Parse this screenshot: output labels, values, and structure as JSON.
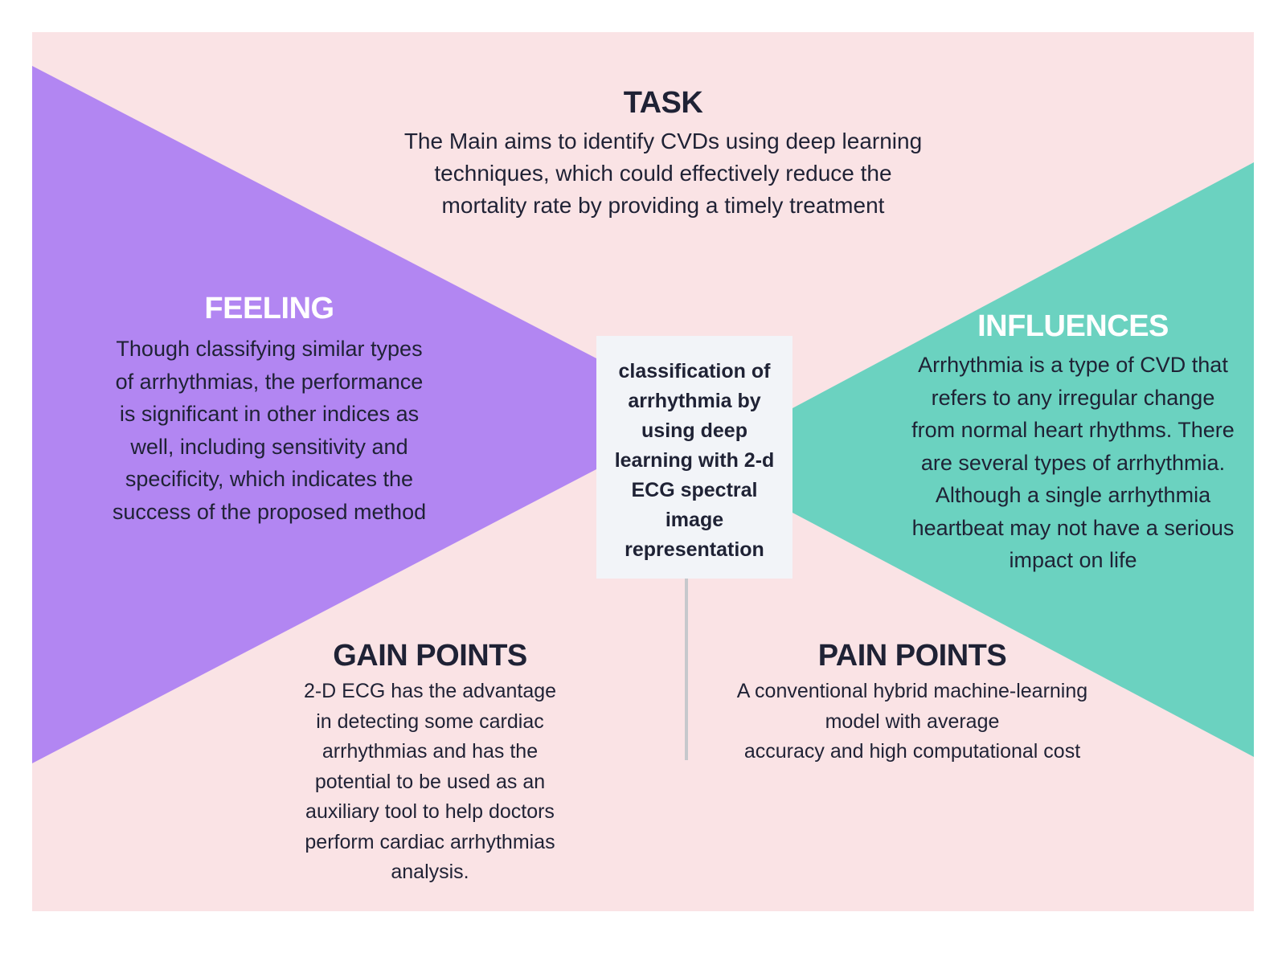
{
  "colors": {
    "background": "#fae3e5",
    "feeling_fill": "#b286f2",
    "influences_fill": "#6bd2c0",
    "text_dark": "#1f2235",
    "center_card": "#f2f4f8",
    "connector": "#c6c8cc"
  },
  "center": {
    "text": "classification of\narrhythmia by\nusing deep\nlearning with 2-d\nECG spectral\nimage\nrepresentation"
  },
  "task": {
    "title": "TASK",
    "text": "The Main aims to identify CVDs using deep learning\ntechniques, which could effectively reduce the\nmortality rate by providing a timely treatment"
  },
  "feeling": {
    "title": "FEELING",
    "text": "Though classifying similar types\nof arrhythmias, the performance\nis significant in other indices as\nwell, including sensitivity and\nspecificity, which indicates the\nsuccess of the proposed method"
  },
  "influences": {
    "title": "INFLUENCES",
    "text": "Arrhythmia is a type of CVD that\nrefers to any irregular change\nfrom normal heart rhythms. There\nare several types of arrhythmia.\nAlthough a single arrhythmia\nheartbeat may not have a serious\nimpact on life"
  },
  "gain_points": {
    "title": "GAIN POINTS",
    "text": "2-D ECG has the advantage\nin detecting some cardiac\narrhythmias and has the\npotential to be used as an\nauxiliary tool to help doctors\nperform cardiac arrhythmias\nanalysis."
  },
  "pain_points": {
    "title": "PAIN POINTS",
    "text": "A conventional hybrid machine-learning\nmodel with average\naccuracy and high computational cost"
  }
}
